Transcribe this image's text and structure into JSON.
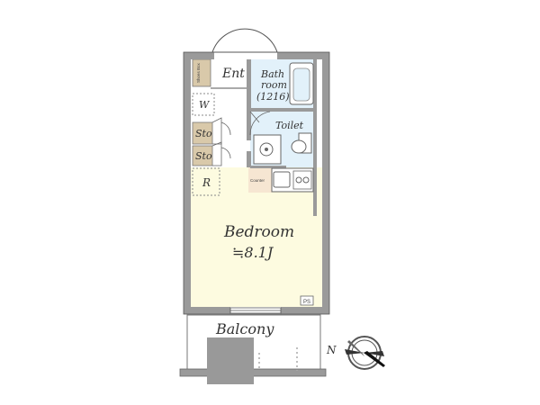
{
  "rooms": {
    "entrance": "Ent",
    "shoe_box": "Shoes Box",
    "bathroom_line1": "Bath",
    "bathroom_line2": "room",
    "bathroom_size": "(1216)",
    "toilet": "Toilet",
    "washer": "W",
    "storage_1": "Sto",
    "storage_2": "Sto",
    "refrigerator": "R",
    "counter": "Counter",
    "bedroom": "Bedroom",
    "bedroom_area": "≒8.1J",
    "balcony": "Balcony",
    "ps": "PS"
  },
  "compass": {
    "north_label": "N"
  },
  "colors": {
    "wall": "#9a9a9a",
    "bedroom_floor": "#fdfbe0",
    "wet_area": "#e2f1fa",
    "storage": "#d9c9aa",
    "counter": "#f6e6d2"
  }
}
